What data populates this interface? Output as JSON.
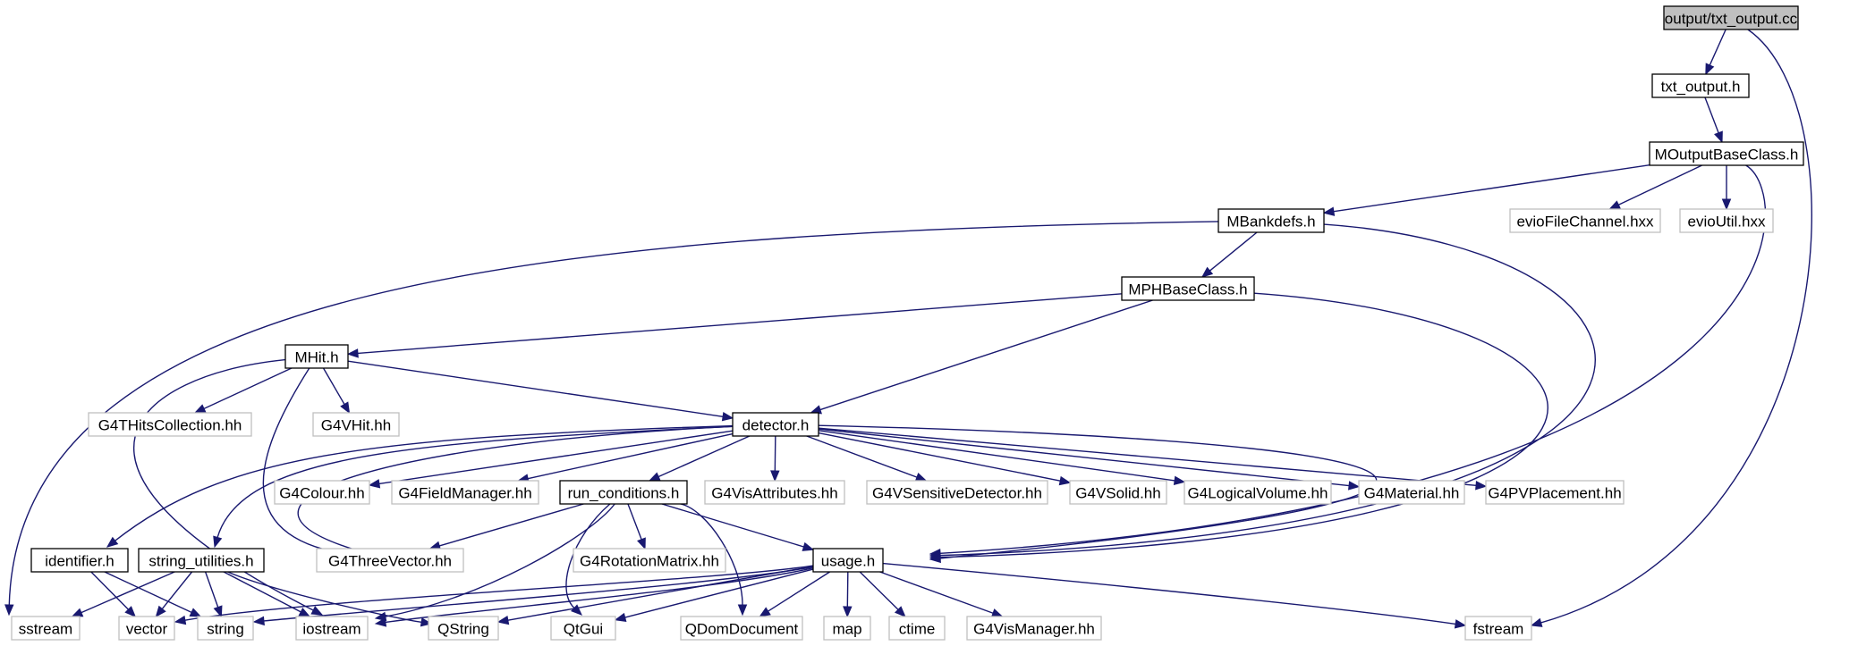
{
  "colors": {
    "edge": "#191970",
    "root_fill": "#bfbfbf",
    "node_border": "#000000",
    "external_border": "#bfbfbf",
    "background": "#ffffff"
  },
  "nodes": [
    {
      "id": "root",
      "label": "output/txt_output.cc",
      "kind": "root"
    },
    {
      "id": "txt_output_h",
      "label": "txt_output.h",
      "kind": "local"
    },
    {
      "id": "moutputbase",
      "label": "MOutputBaseClass.h",
      "kind": "local"
    },
    {
      "id": "mbankdefs",
      "label": "MBankdefs.h",
      "kind": "local"
    },
    {
      "id": "eviofilechannel",
      "label": "evioFileChannel.hxx",
      "kind": "external"
    },
    {
      "id": "evioutil",
      "label": "evioUtil.hxx",
      "kind": "external"
    },
    {
      "id": "mphbase",
      "label": "MPHBaseClass.h",
      "kind": "local"
    },
    {
      "id": "mhit",
      "label": "MHit.h",
      "kind": "local"
    },
    {
      "id": "g4thitscollection",
      "label": "G4THitsCollection.hh",
      "kind": "external"
    },
    {
      "id": "g4vhit",
      "label": "G4VHit.hh",
      "kind": "external"
    },
    {
      "id": "detector",
      "label": "detector.h",
      "kind": "local"
    },
    {
      "id": "g4colour",
      "label": "G4Colour.hh",
      "kind": "external"
    },
    {
      "id": "g4fieldmanager",
      "label": "G4FieldManager.hh",
      "kind": "external"
    },
    {
      "id": "run_conditions",
      "label": "run_conditions.h",
      "kind": "local"
    },
    {
      "id": "g4visattributes",
      "label": "G4VisAttributes.hh",
      "kind": "external"
    },
    {
      "id": "g4vsensitive",
      "label": "G4VSensitiveDetector.hh",
      "kind": "external"
    },
    {
      "id": "g4vsolid",
      "label": "G4VSolid.hh",
      "kind": "external"
    },
    {
      "id": "g4logicalvolume",
      "label": "G4LogicalVolume.hh",
      "kind": "external"
    },
    {
      "id": "g4material",
      "label": "G4Material.hh",
      "kind": "external"
    },
    {
      "id": "g4pvplacement",
      "label": "G4PVPlacement.hh",
      "kind": "external"
    },
    {
      "id": "identifier",
      "label": "identifier.h",
      "kind": "local"
    },
    {
      "id": "string_utilities",
      "label": "string_utilities.h",
      "kind": "local"
    },
    {
      "id": "g4threevector",
      "label": "G4ThreeVector.hh",
      "kind": "external"
    },
    {
      "id": "g4rotationmatrix",
      "label": "G4RotationMatrix.hh",
      "kind": "external"
    },
    {
      "id": "usage",
      "label": "usage.h",
      "kind": "local"
    },
    {
      "id": "sstream",
      "label": "sstream",
      "kind": "external"
    },
    {
      "id": "vector",
      "label": "vector",
      "kind": "external"
    },
    {
      "id": "string",
      "label": "string",
      "kind": "external"
    },
    {
      "id": "iostream",
      "label": "iostream",
      "kind": "external"
    },
    {
      "id": "qstring",
      "label": "QString",
      "kind": "external"
    },
    {
      "id": "qtgui",
      "label": "QtGui",
      "kind": "external"
    },
    {
      "id": "qdomdocument",
      "label": "QDomDocument",
      "kind": "external"
    },
    {
      "id": "map",
      "label": "map",
      "kind": "external"
    },
    {
      "id": "ctime",
      "label": "ctime",
      "kind": "external"
    },
    {
      "id": "g4vismanager",
      "label": "G4VisManager.hh",
      "kind": "external"
    },
    {
      "id": "fstream",
      "label": "fstream",
      "kind": "external"
    }
  ],
  "edges": [
    {
      "from": "root",
      "to": "txt_output_h"
    },
    {
      "from": "root",
      "to": "fstream"
    },
    {
      "from": "txt_output_h",
      "to": "moutputbase"
    },
    {
      "from": "moutputbase",
      "to": "mbankdefs"
    },
    {
      "from": "moutputbase",
      "to": "eviofilechannel"
    },
    {
      "from": "moutputbase",
      "to": "evioutil"
    },
    {
      "from": "moutputbase",
      "to": "usage"
    },
    {
      "from": "mbankdefs",
      "to": "sstream"
    },
    {
      "from": "mbankdefs",
      "to": "mphbase"
    },
    {
      "from": "mbankdefs",
      "to": "usage"
    },
    {
      "from": "mphbase",
      "to": "mhit"
    },
    {
      "from": "mphbase",
      "to": "detector"
    },
    {
      "from": "mphbase",
      "to": "usage"
    },
    {
      "from": "mhit",
      "to": "g4thitscollection"
    },
    {
      "from": "mhit",
      "to": "g4vhit"
    },
    {
      "from": "mhit",
      "to": "detector"
    },
    {
      "from": "mhit",
      "to": "g4threevector"
    },
    {
      "from": "mhit",
      "to": "iostream"
    },
    {
      "from": "detector",
      "to": "identifier"
    },
    {
      "from": "detector",
      "to": "string_utilities"
    },
    {
      "from": "detector",
      "to": "g4threevector"
    },
    {
      "from": "detector",
      "to": "g4colour"
    },
    {
      "from": "detector",
      "to": "g4fieldmanager"
    },
    {
      "from": "detector",
      "to": "run_conditions"
    },
    {
      "from": "detector",
      "to": "g4visattributes"
    },
    {
      "from": "detector",
      "to": "g4vsensitive"
    },
    {
      "from": "detector",
      "to": "g4vsolid"
    },
    {
      "from": "detector",
      "to": "g4logicalvolume"
    },
    {
      "from": "detector",
      "to": "g4material"
    },
    {
      "from": "detector",
      "to": "g4pvplacement"
    },
    {
      "from": "detector",
      "to": "usage"
    },
    {
      "from": "run_conditions",
      "to": "g4threevector"
    },
    {
      "from": "run_conditions",
      "to": "g4rotationmatrix"
    },
    {
      "from": "run_conditions",
      "to": "usage"
    },
    {
      "from": "run_conditions",
      "to": "iostream"
    },
    {
      "from": "run_conditions",
      "to": "qtgui"
    },
    {
      "from": "run_conditions",
      "to": "qdomdocument"
    },
    {
      "from": "identifier",
      "to": "vector"
    },
    {
      "from": "identifier",
      "to": "string"
    },
    {
      "from": "string_utilities",
      "to": "sstream"
    },
    {
      "from": "string_utilities",
      "to": "vector"
    },
    {
      "from": "string_utilities",
      "to": "string"
    },
    {
      "from": "string_utilities",
      "to": "iostream"
    },
    {
      "from": "string_utilities",
      "to": "qstring"
    },
    {
      "from": "usage",
      "to": "vector"
    },
    {
      "from": "usage",
      "to": "string"
    },
    {
      "from": "usage",
      "to": "iostream"
    },
    {
      "from": "usage",
      "to": "qstring"
    },
    {
      "from": "usage",
      "to": "qtgui"
    },
    {
      "from": "usage",
      "to": "qdomdocument"
    },
    {
      "from": "usage",
      "to": "map"
    },
    {
      "from": "usage",
      "to": "ctime"
    },
    {
      "from": "usage",
      "to": "g4vismanager"
    },
    {
      "from": "usage",
      "to": "fstream"
    }
  ]
}
